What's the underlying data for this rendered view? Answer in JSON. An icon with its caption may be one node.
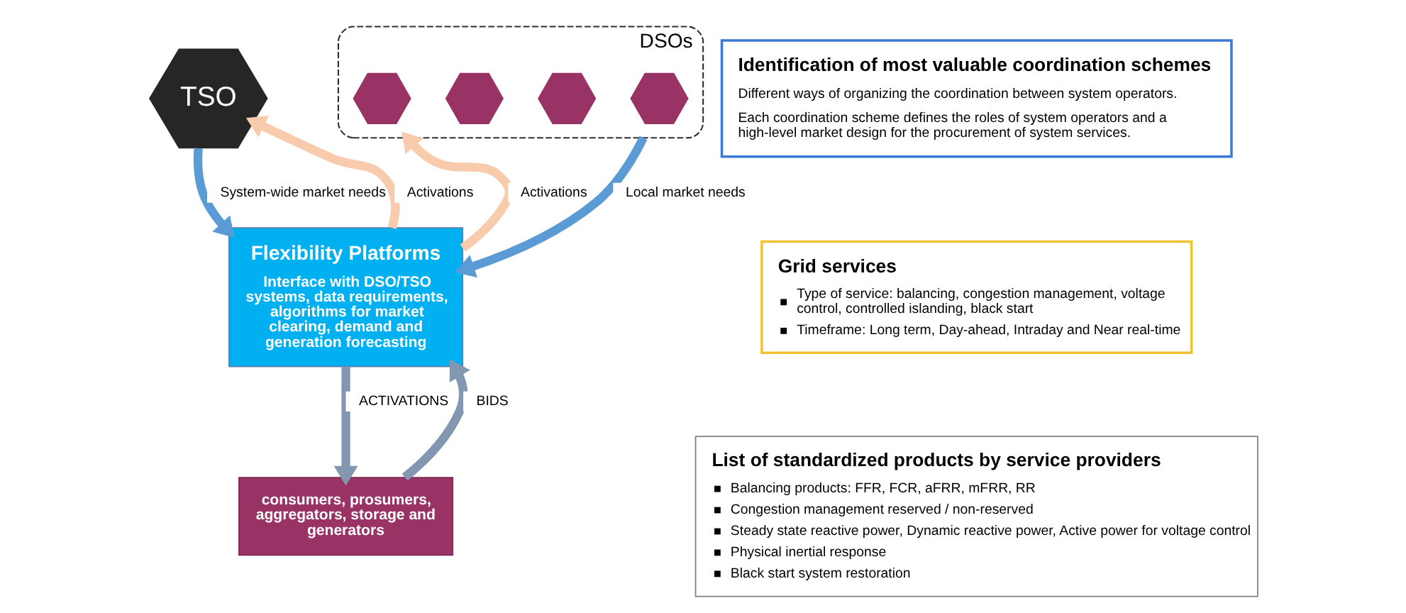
{
  "diagram": {
    "nodes": [
      {
        "text": [
          "TSO"
        ]
      },
      {
        "text": [
          "DSOs"
        ]
      },
      {
        "text": [],
        "shape": "hexagon",
        "in": 1
      },
      {
        "text": [],
        "shape": "hexagon",
        "in": 1
      },
      {
        "text": [],
        "shape": "hexagon",
        "in": 1
      },
      {
        "text": [],
        "shape": "hexagon",
        "in": 1
      },
      {
        "text": [
          "Flexibility Platforms",
          "Interface with DSO/TSO systems, data requirements, algorithms for market clearing, demand and generation forecasting"
        ]
      },
      {
        "text": [
          "consumers, prosumers, aggregators, storage and generators"
        ]
      },
      {
        "text": [
          "Identification of most valuable coordination schemes",
          "Different ways of organizing the coordination between system operators.",
          "Each coordination scheme defines the roles of system operators and a high-level market design for the procurement of system services."
        ]
      },
      {
        "text": [
          "Grid services",
          "Type of service: balancing, congestion management, voltage control, controlled islanding, black start",
          "Timeframe: Long term, Day-ahead, Intraday and Near real-time"
        ]
      },
      {
        "text": [
          "List of standardized products by service providers",
          "Balancing products: FFR, FCR, aFRR, mFRR, RR",
          "Congestion management reserved / non-reserved",
          "Steady state reactive power, Dynamic reactive power, Active power for voltage control",
          "Physical inertial response",
          "Black start system restoration"
        ]
      }
    ],
    "edges": [
      {
        "from": 0,
        "to": 6,
        "arrow": "to",
        "label": "System-wide market needs",
        "color": "#5b9bd5"
      },
      {
        "from": 6,
        "to": 0,
        "arrow": "to",
        "label": "Activations",
        "color": "#f8cbad"
      },
      {
        "from": 6,
        "to": 1,
        "arrow": "to",
        "label": "Activations",
        "color": "#f8cbad"
      },
      {
        "from": 1,
        "to": 6,
        "arrow": "to",
        "label": "Local market needs",
        "color": "#5b9bd5"
      },
      {
        "from": 7,
        "to": 6,
        "arrow": "to",
        "label": "BIDS",
        "color": "#8497b0"
      },
      {
        "from": 6,
        "to": 7,
        "arrow": "to",
        "label": "ACTIVATIONS",
        "color": "#8497b0"
      }
    ]
  }
}
